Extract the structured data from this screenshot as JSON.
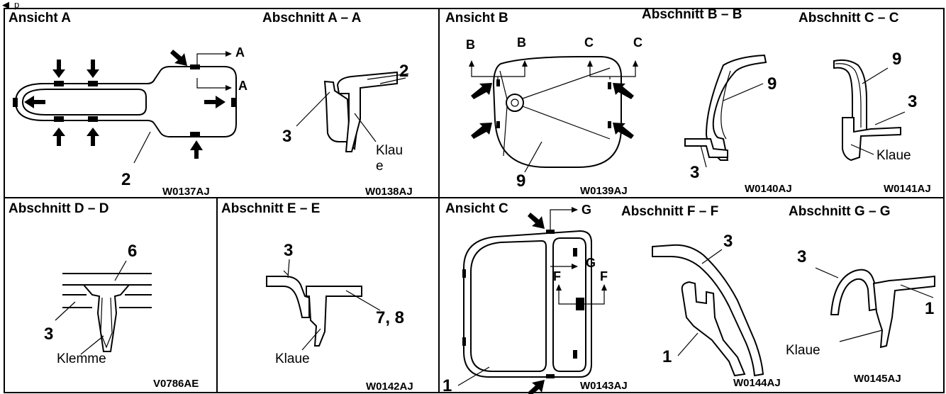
{
  "header_arrow": "◀",
  "header_fragment": "p",
  "panels": {
    "view_a": {
      "title": "Ansicht  A",
      "arrow_mark_top": "A",
      "arrow_mark_bottom": "A",
      "part_label": "2",
      "code": "W0137AJ"
    },
    "section_aa": {
      "title": "Abschnitt  A  –  A",
      "part_top": "2",
      "part_left": "3",
      "claw_line1": "Klau",
      "claw_line2": "e",
      "code": "W0138AJ"
    },
    "view_b": {
      "title": "Ansicht B",
      "marks": [
        "B",
        "B",
        "C",
        "C"
      ],
      "part_label": "9",
      "code": "W0139AJ"
    },
    "section_bb": {
      "title": "Abschnitt B – B",
      "part_top": "9",
      "part_bottom": "3",
      "code": "W0140AJ"
    },
    "section_cc": {
      "title": "Abschnitt  C – C",
      "part_top": "9",
      "part_mid": "3",
      "claw": "Klaue",
      "code": "W0141AJ"
    },
    "section_dd": {
      "title": "Abschnitt  D  –  D",
      "part_top": "6",
      "part_left": "3",
      "clip": "Klemme",
      "code": "V0786AE"
    },
    "section_ee": {
      "title": "Abschnitt  E  –  E",
      "part_top": "3",
      "part_right": "7, 8",
      "claw": "Klaue",
      "code": "W0142AJ"
    },
    "view_c": {
      "title": "Ansicht  C",
      "mark_g_top": "G",
      "mark_g_mid": "G",
      "mark_f_left": "F",
      "mark_f_right": "F",
      "part_label": "1",
      "code": "W0143AJ"
    },
    "section_ff": {
      "title": "Abschnitt  F  –  F",
      "part_top": "3",
      "part_bottom": "1",
      "code": "W0144AJ"
    },
    "section_gg": {
      "title": "Abschnitt  G  –  G",
      "part_top": "3",
      "part_right": "1",
      "claw": "Klaue",
      "code": "W0145AJ"
    }
  }
}
